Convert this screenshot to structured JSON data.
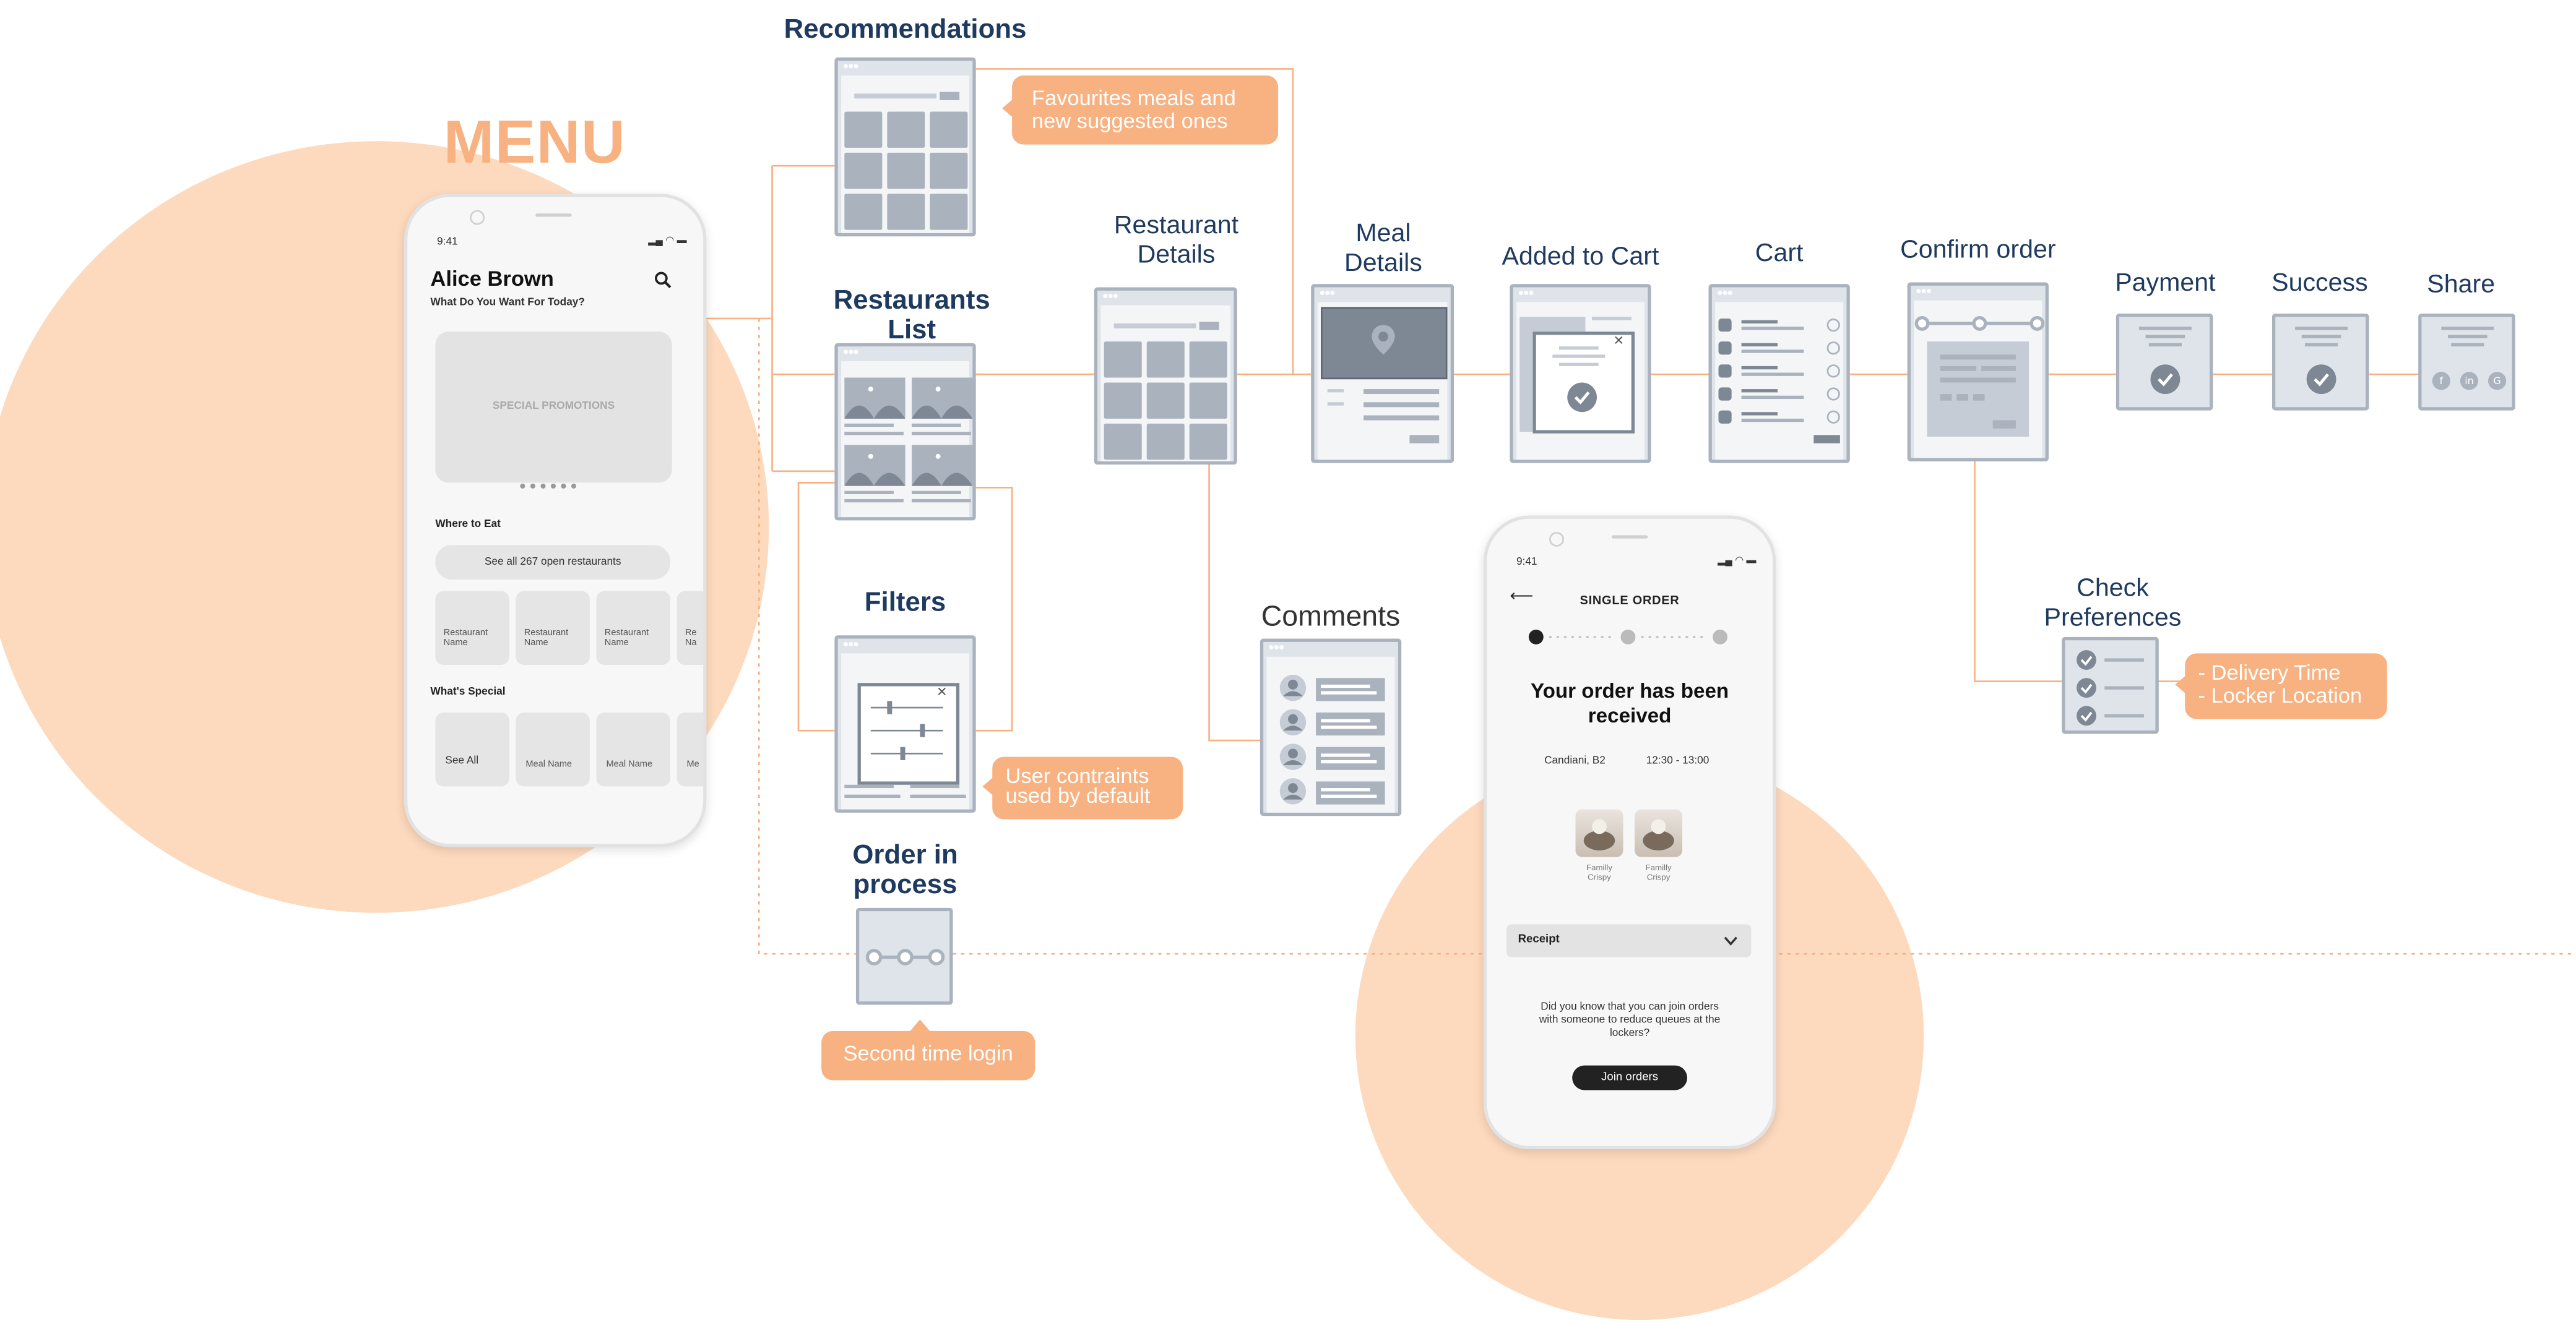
{
  "menu_title": "MENU",
  "home_phone": {
    "time": "9:41",
    "user_name": "Alice Brown",
    "subtitle": "What Do You Want For Today?",
    "promo_label": "SPECIAL PROMOTIONS",
    "where_to_eat": "Where to Eat",
    "see_all_restaurants": "See all 267 open restaurants",
    "restaurant_tiles": [
      "Restaurant Name",
      "Restaurant Name",
      "Restaurant Name",
      "Re Na"
    ],
    "whats_special": "What's Special",
    "special_tiles": [
      "See All",
      "Meal Name",
      "Meal Name",
      "Me"
    ]
  },
  "screens": {
    "recommendations": "Recommendations",
    "restaurants_list": "Restaurants List",
    "filters": "Filters",
    "order_in_process": "Order in process",
    "restaurant_details": "Restaurant Details",
    "meal_details": "Meal Details",
    "added_to_cart": "Added to Cart",
    "cart": "Cart",
    "confirm_order": "Confirm order",
    "payment": "Payment",
    "success": "Success",
    "share": "Share",
    "comments": "Comments",
    "check_preferences": "Check Preferences"
  },
  "callouts": {
    "favourites": "Favourites meals and new suggested ones",
    "user_constraints": "User contraints used by default",
    "second_login": "Second time login",
    "preferences": "- Delivery Time\n- Locker Location"
  },
  "order_phone": {
    "time": "9:41",
    "title": "SINGLE ORDER",
    "heading": "Your order has been received",
    "location": "Candiani, B2",
    "time_slot": "12:30 - 13:00",
    "items": [
      "Familly Crispy",
      "Familly Crispy"
    ],
    "receipt_label": "Receipt",
    "info_text": "Did you know that you can join orders with someone to reduce queues at the lockers?",
    "join_button": "Join orders"
  },
  "colors": {
    "accent": "#f8b181",
    "accent_light": "#fdd9bd",
    "wireframe": "#a9b2bd",
    "wireframe_bg": "#dfe4ea",
    "label": "#1f3a5f"
  }
}
